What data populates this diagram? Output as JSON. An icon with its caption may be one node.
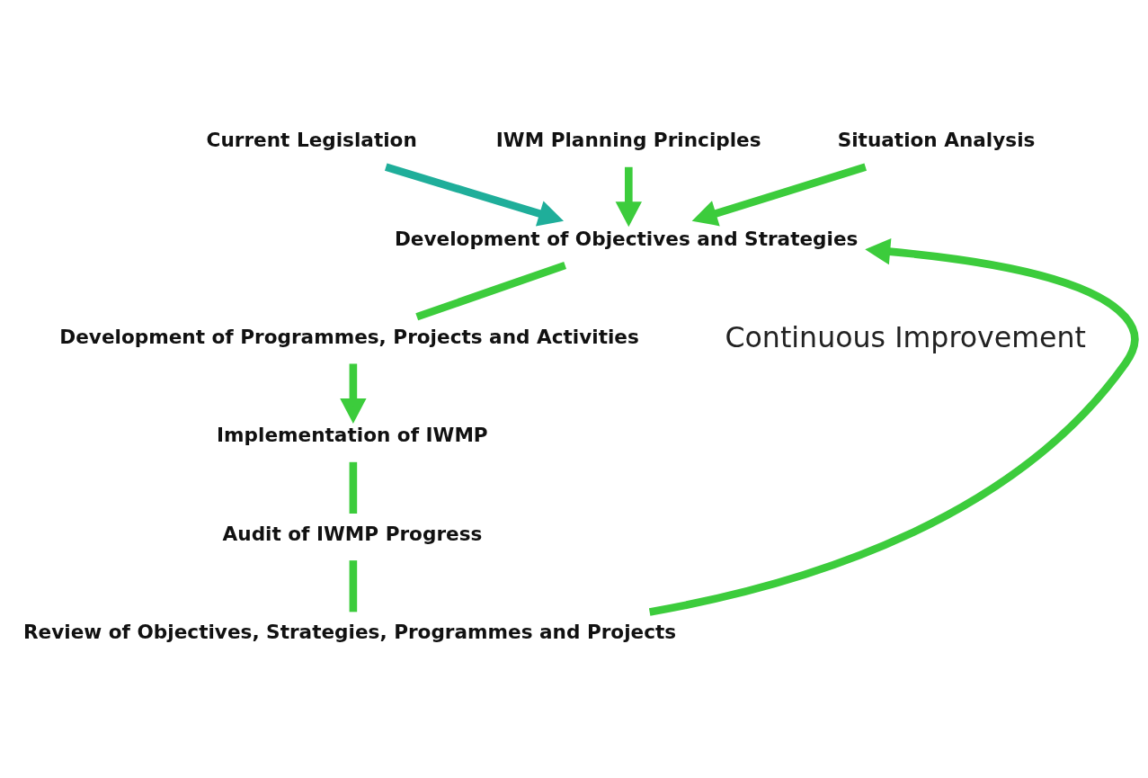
{
  "diagram": {
    "nodes": [
      {
        "text": [
          "Current Legislation"
        ]
      },
      {
        "text": [
          "IWM Planning Principles"
        ]
      },
      {
        "text": [
          "Situation Analysis"
        ]
      },
      {
        "text": [
          "Development of Objectives and Strategies"
        ]
      },
      {
        "text": [
          "Development of Programmes, Projects and Activities"
        ]
      },
      {
        "text": [
          "Implementation of IWMP"
        ]
      },
      {
        "text": [
          "Audit of IWMP Progress"
        ]
      },
      {
        "text": [
          "Review of Objectives, Strategies, Programmes and Projects"
        ]
      }
    ],
    "edges": [
      {
        "from": 0,
        "to": 3,
        "arrow": "to",
        "color": "#1fae9a"
      },
      {
        "from": 1,
        "to": 3,
        "arrow": "to"
      },
      {
        "from": 2,
        "to": 3,
        "arrow": "to"
      },
      {
        "from": 3,
        "to": 4,
        "arrow": "none"
      },
      {
        "from": 4,
        "to": 5,
        "arrow": "to"
      },
      {
        "from": 5,
        "to": 6,
        "arrow": "none"
      },
      {
        "from": 6,
        "to": 7,
        "arrow": "none"
      },
      {
        "from": 7,
        "to": 3,
        "arrow": "to"
      }
    ],
    "labels": [
      "Continuous Improvement"
    ]
  }
}
